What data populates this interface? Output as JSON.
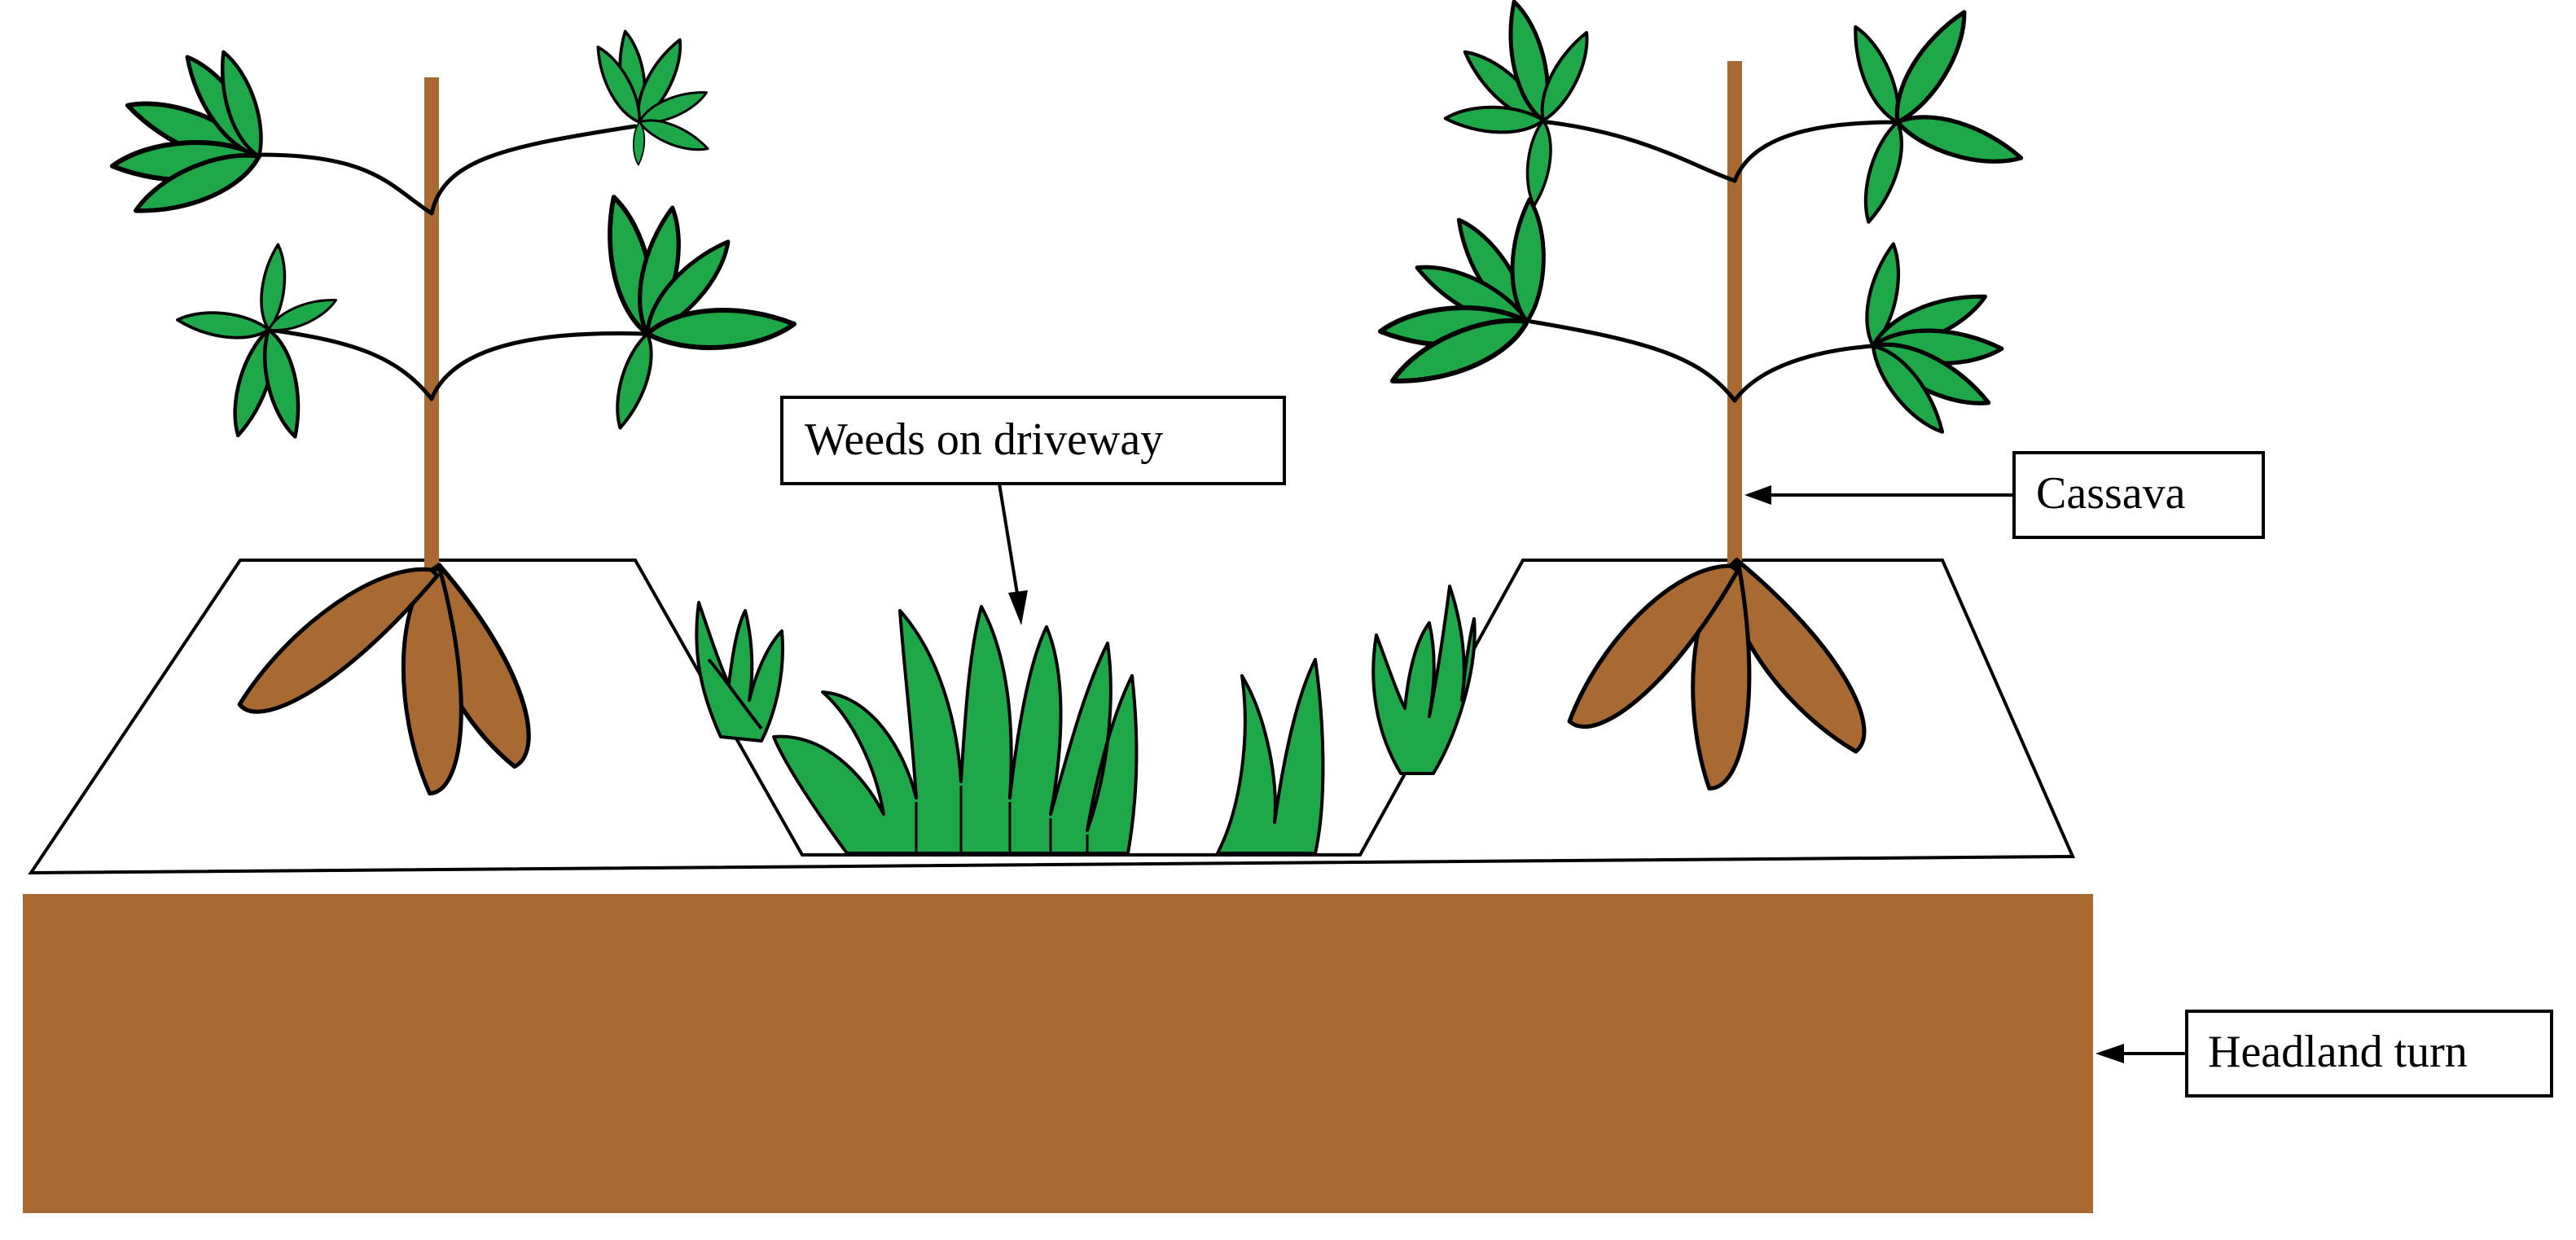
{
  "labels": {
    "weeds": "Weeds on driveway",
    "cassava": "Cassava",
    "headland": "Headland turn"
  },
  "colors": {
    "soil": "#a86a32",
    "leaf": "#1fa84a",
    "outline": "#000000",
    "background": "#ffffff"
  }
}
